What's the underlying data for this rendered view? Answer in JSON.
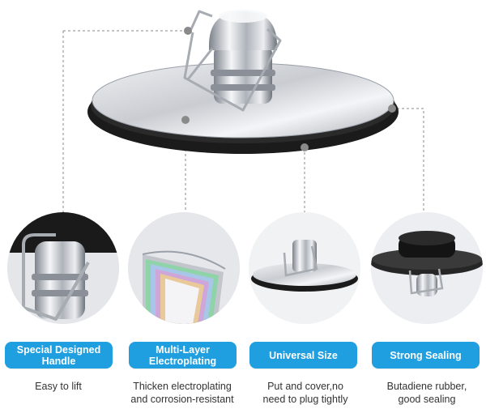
{
  "colors": {
    "accent": "#1f9fe0",
    "metal": "#c9ccd1",
    "rubber": "#1b1b1b",
    "guide_line": "#8a8a8a"
  },
  "features": [
    {
      "title_line1": "Special Designed",
      "title_line2": "Handle",
      "desc_line1": "Easy to lift",
      "desc_line2": ""
    },
    {
      "title_line1": "Multi-Layer",
      "title_line2": "Electroplating",
      "desc_line1": "Thicken electroplating",
      "desc_line2": "and corrosion-resistant"
    },
    {
      "title_line1": "Universal Size",
      "title_line2": "",
      "desc_line1": "Put and cover,no",
      "desc_line2": "need to plug tightly"
    },
    {
      "title_line1": "Strong Sealing",
      "title_line2": "",
      "desc_line1": "Butadiene rubber,",
      "desc_line2": "good sealing"
    }
  ]
}
